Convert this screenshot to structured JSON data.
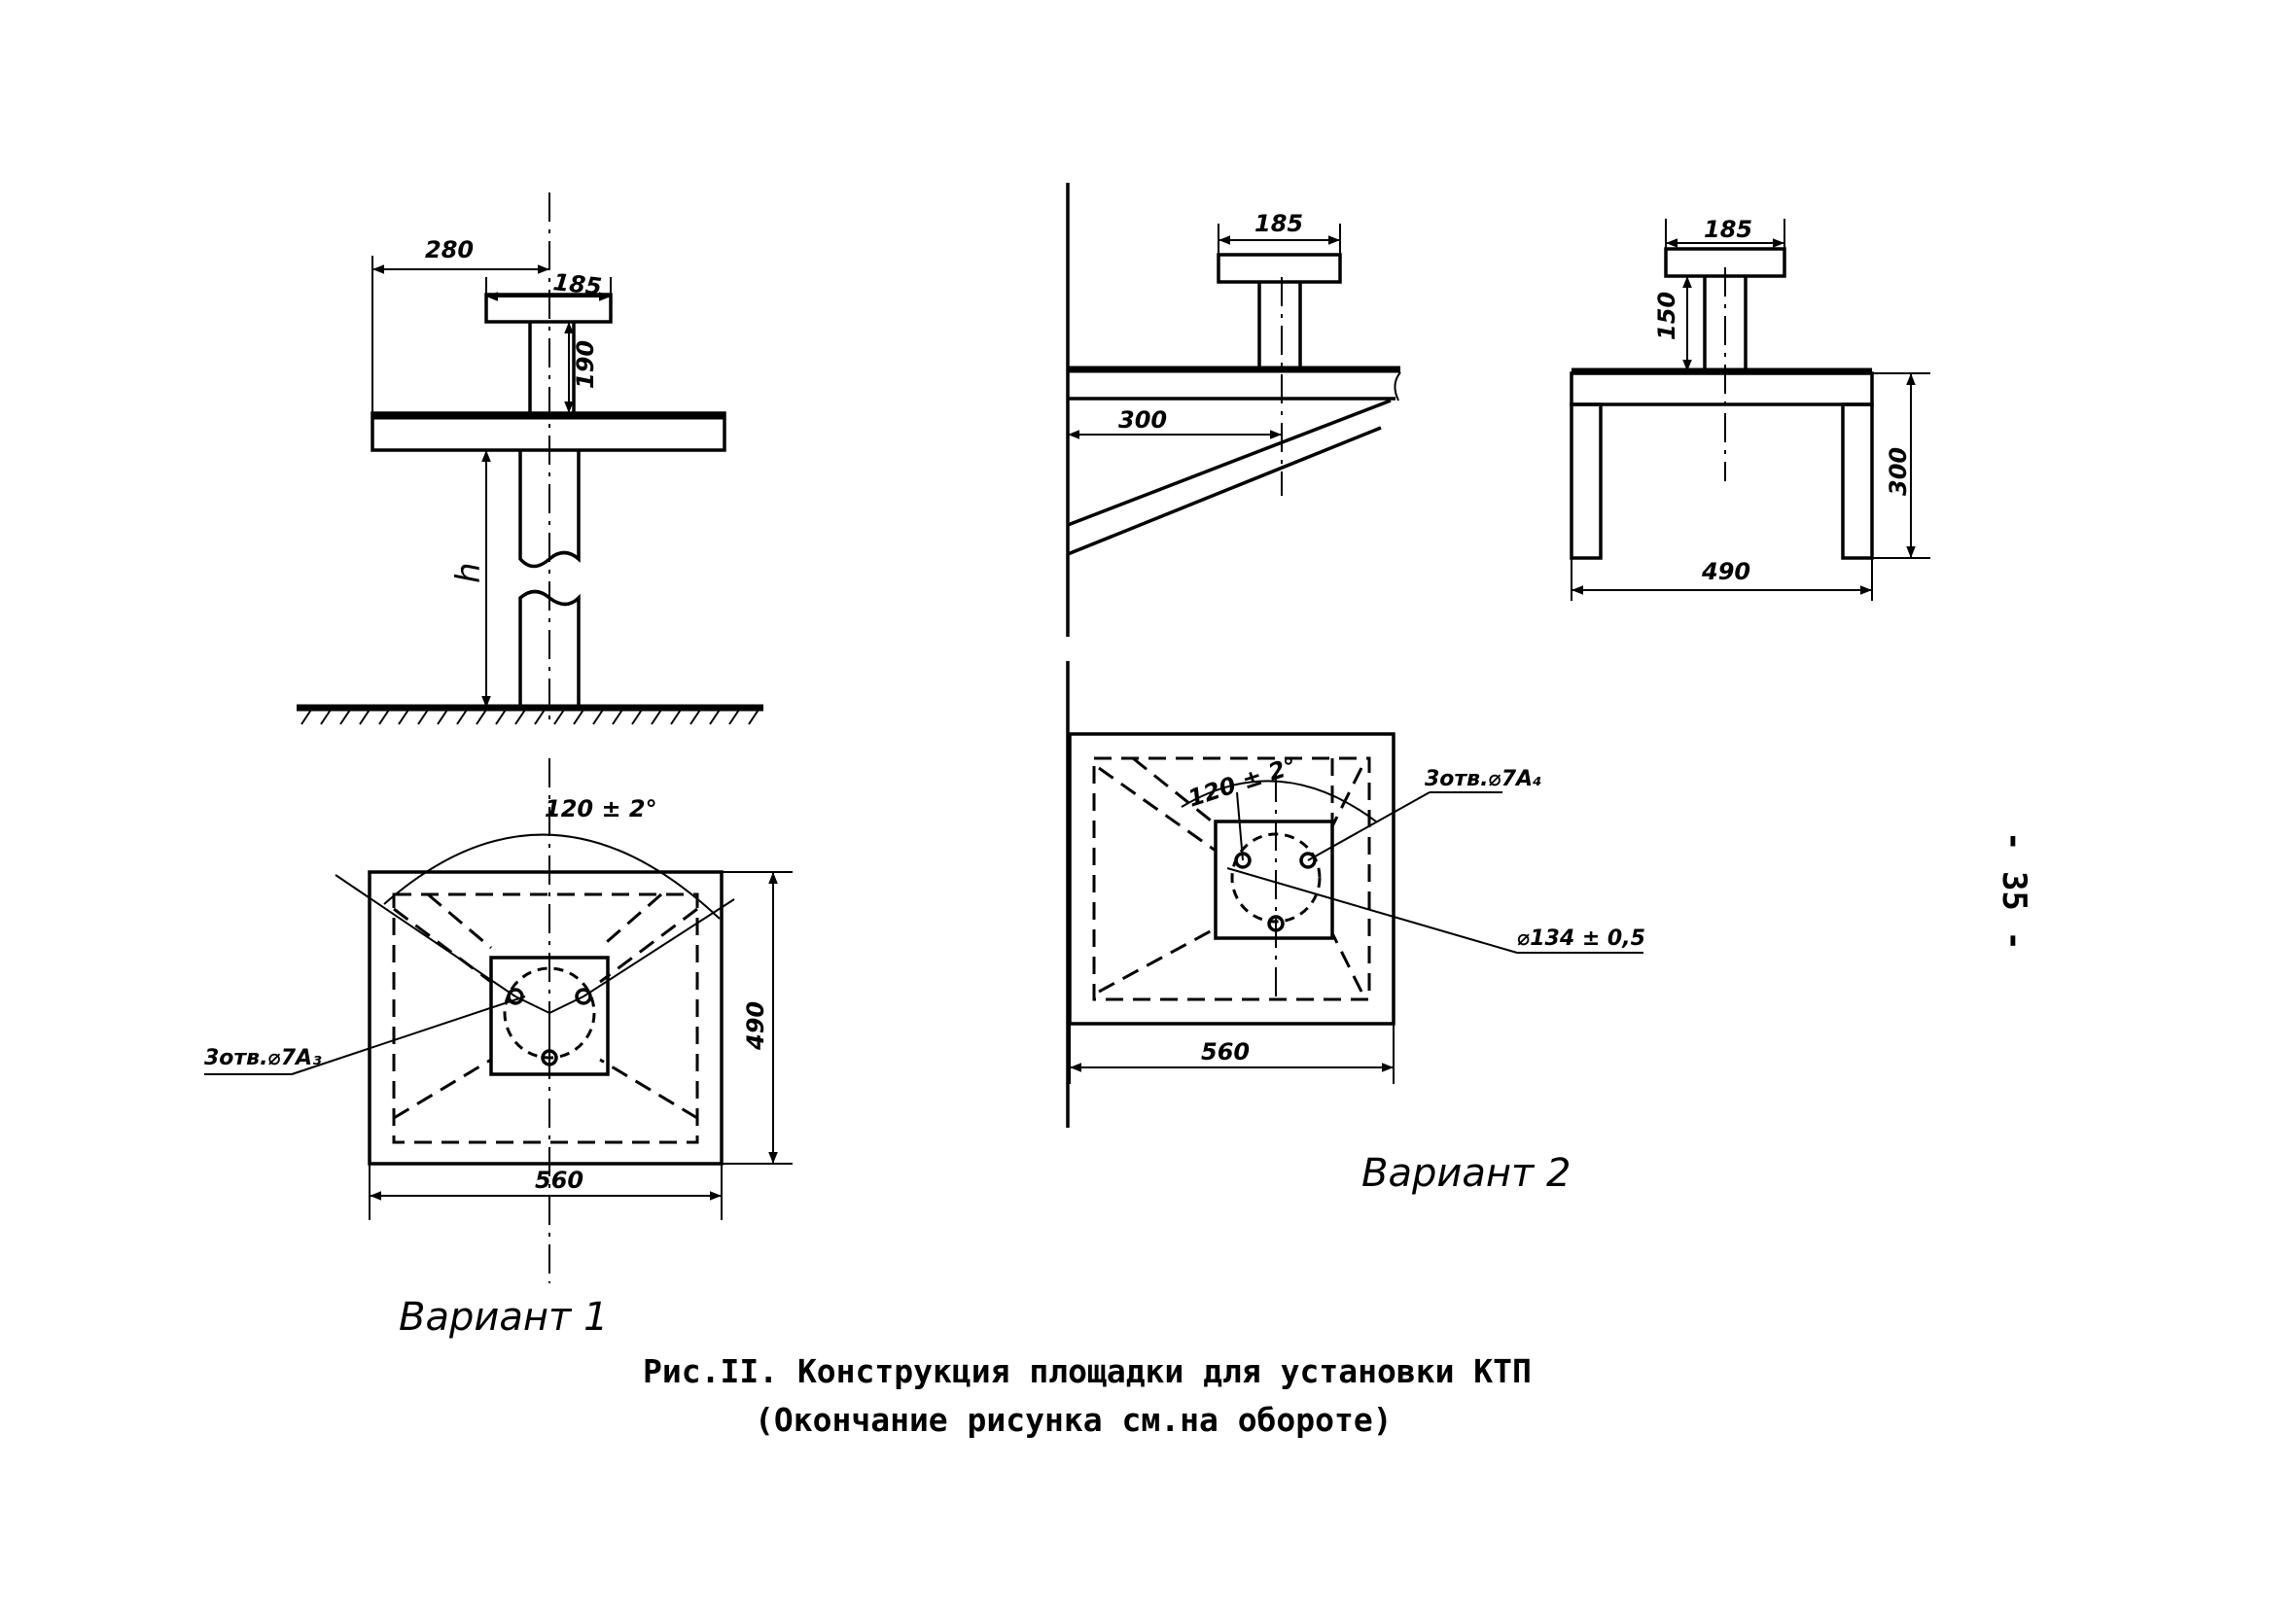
{
  "variant1": {
    "side": {
      "width_to_axis": "280",
      "plate_width": "185",
      "stub_height": "190",
      "height": "h"
    },
    "plan": {
      "angle": "120 ± 2°",
      "holes": "3отв.⌀7А₃",
      "height": "490",
      "width": "560"
    },
    "label": "Вариант 1"
  },
  "variant2": {
    "bracket": {
      "plate_width": "185",
      "width": "300"
    },
    "stand": {
      "plate_width": "185",
      "stub_height": "150",
      "height": "300",
      "width": "490"
    },
    "plan": {
      "angle": "120 ± 2°",
      "holes": "3отв.⌀7А₄",
      "diameter": "⌀134 ± 0,5",
      "width": "560"
    },
    "label": "Вариант 2"
  },
  "caption": {
    "line1": "Рис.II. Конструкция площадки для установки КТП",
    "line2": "(Окончание рисунка см.на обороте)"
  },
  "page_number": "- 35 -"
}
